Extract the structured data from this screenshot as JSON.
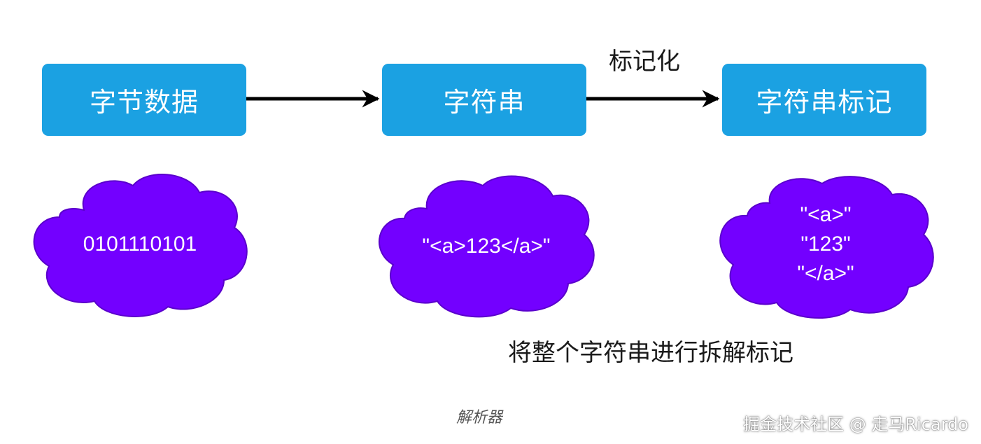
{
  "boxes": {
    "bytes": "字节数据",
    "string": "字符串",
    "tokens": "字符串标记"
  },
  "arrow_label": "标记化",
  "clouds": {
    "bytes_text": "0101110101",
    "string_text": "\"<a>123</a>\"",
    "tokens_lines": [
      "\"<a>\"",
      "\"123\"",
      "\"</a>\""
    ]
  },
  "captions": {
    "split": "将整个字符串进行拆解标记",
    "parser": "解析器"
  },
  "watermark": "掘金技术社区 @ 走马Ricardo",
  "colors": {
    "box": "#1ba1e2",
    "cloud": "#7300ff",
    "arrow": "#000000"
  }
}
